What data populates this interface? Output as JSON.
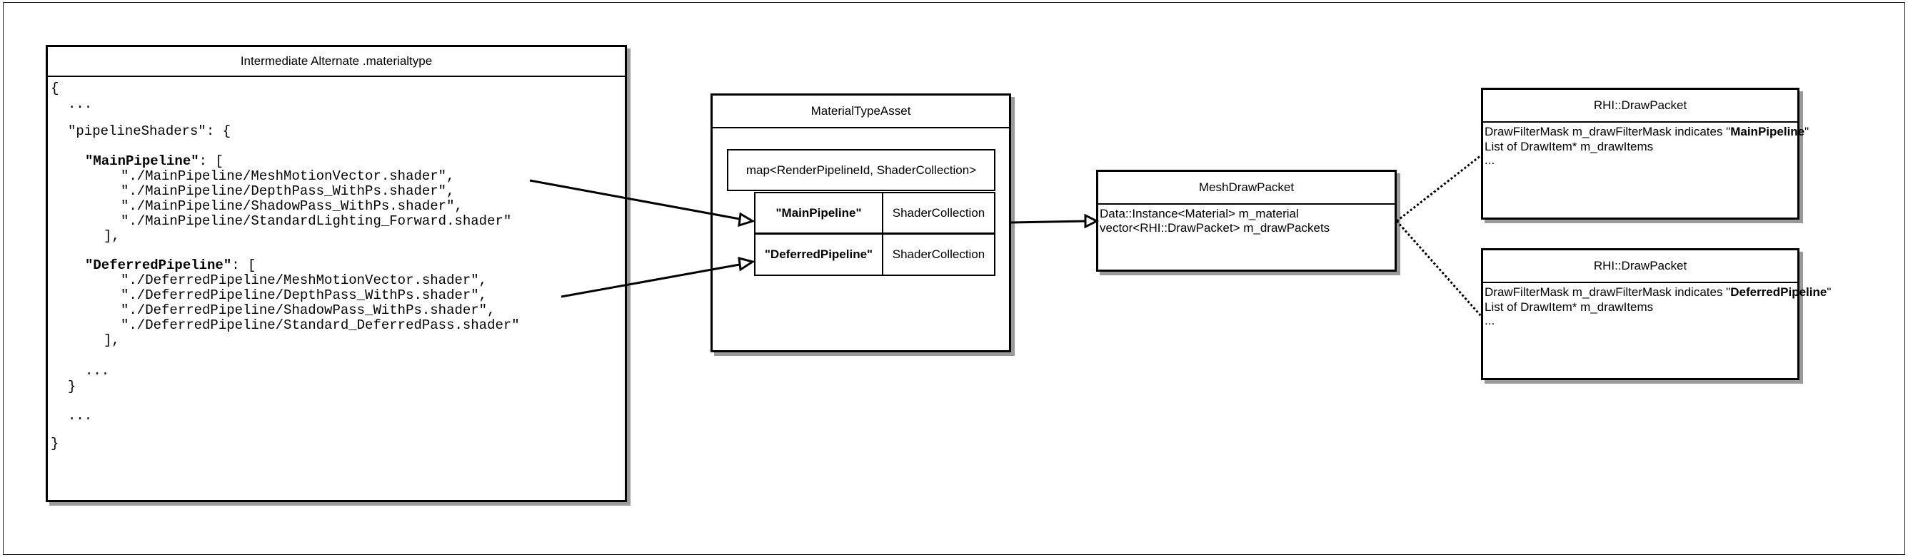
{
  "code_box": {
    "title": "Intermediate Alternate .materialtype",
    "open_brace": "{",
    "ellipsis_top": "...",
    "pipeline_shaders_line": "\"pipelineShaders\": {",
    "main_key": "\"MainPipeline\"",
    "main_open": ": [",
    "main_shaders": [
      "\"./MainPipeline/MeshMotionVector.shader\",",
      "\"./MainPipeline/DepthPass_WithPs.shader\",",
      "\"./MainPipeline/ShadowPass_WithPs.shader\",",
      "\"./MainPipeline/StandardLighting_Forward.shader\""
    ],
    "main_close": "],",
    "deferred_key": "\"DeferredPipeline\"",
    "deferred_open": ": [",
    "deferred_shaders": [
      "\"./DeferredPipeline/MeshMotionVector.shader\",",
      "\"./DeferredPipeline/DepthPass_WithPs.shader\",",
      "\"./DeferredPipeline/ShadowPass_WithPs.shader\",",
      "\"./DeferredPipeline/Standard_DeferredPass.shader\""
    ],
    "deferred_close": "],",
    "ellipsis_inner": "...",
    "inner_close": "}",
    "ellipsis_outer": "...",
    "close_brace": "}"
  },
  "material_type_asset": {
    "title": "MaterialTypeAsset",
    "map_label": "map<RenderPipelineId, ShaderCollection>",
    "rows": [
      {
        "key": "\"MainPipeline\"",
        "value": "ShaderCollection"
      },
      {
        "key": "\"DeferredPipeline\"",
        "value": "ShaderCollection"
      }
    ]
  },
  "mesh_draw_packet": {
    "title": "MeshDrawPacket",
    "line1": "Data::Instance<Material> m_material",
    "line2": "vector<RHI::DrawPacket> m_drawPackets"
  },
  "draw_packets": [
    {
      "title": "RHI::DrawPacket",
      "mask_prefix": "DrawFilterMask m_drawFilterMask indicates \"",
      "mask_pipeline": "MainPipeline",
      "mask_suffix": "\"",
      "items_line": "List of DrawItem* m_drawItems",
      "ellipsis": "..."
    },
    {
      "title": "RHI::DrawPacket",
      "mask_prefix": "DrawFilterMask m_drawFilterMask indicates \"",
      "mask_pipeline": "DeferredPipeline",
      "mask_suffix": "\"",
      "items_line": "List of DrawItem* m_drawItems",
      "ellipsis": "..."
    }
  ]
}
